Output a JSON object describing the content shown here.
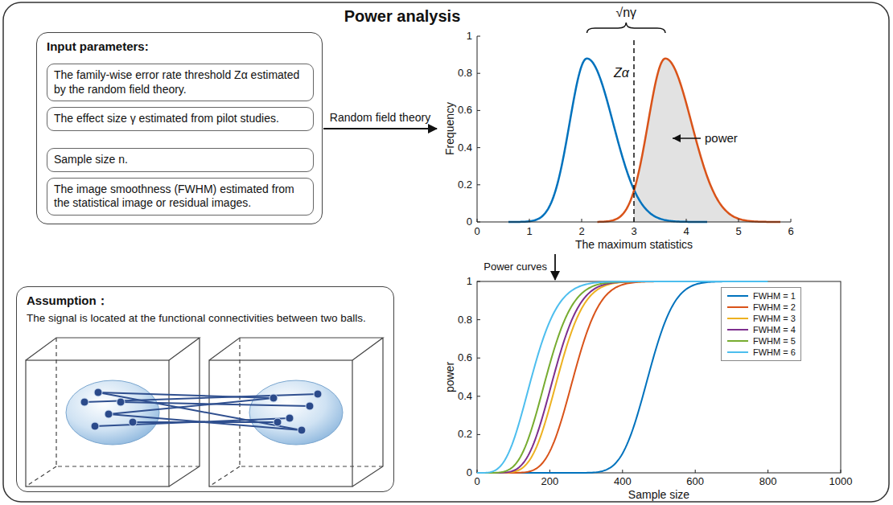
{
  "diagram": {
    "title": "Power analysis",
    "nodes": [
      {
        "text": [
          "Input parameters:"
        ]
      },
      {
        "text": [
          "The family-wise error rate threshold Zα estimated by the random field theory."
        ],
        "in": 0
      },
      {
        "text": [
          "The effect size γ estimated from pilot studies."
        ],
        "in": 0
      },
      {
        "text": [
          "Sample size n."
        ],
        "in": 0
      },
      {
        "text": [
          "The image smoothness (FWHM) estimated from the statistical image or residual images."
        ],
        "in": 0
      },
      {
        "text": [
          "Assumption：",
          "The signal is located at the functional connectivities between two balls."
        ]
      },
      {
        "text": [
          "Frequency",
          "The maximum statistics"
        ]
      },
      {
        "text": [
          "power",
          "Sample size"
        ]
      }
    ],
    "edges": [
      {
        "from": 0,
        "to": 6,
        "arrow": "to",
        "label": "Random field theory"
      },
      {
        "from": 6,
        "to": 7,
        "arrow": "to",
        "label": "Power curves"
      }
    ],
    "labels": [
      "√nγ",
      "Zα",
      "power",
      "1",
      "0.8",
      "0.6",
      "0.4",
      "0.2",
      "0",
      "0",
      "1",
      "2",
      "3",
      "4",
      "5",
      "6",
      "1",
      "0.8",
      "0.6",
      "0.4",
      "0.2",
      "0",
      "0",
      "200",
      "400",
      "600",
      "800",
      "1000"
    ],
    "legend": [
      {
        "text": "FWHM = 1",
        "color": "#0072BD"
      },
      {
        "text": "FWHM = 2",
        "color": "#D95319"
      },
      {
        "text": "FWHM = 3",
        "color": "#EDB120"
      },
      {
        "text": "FWHM = 4",
        "color": "#7E2F8E"
      },
      {
        "text": "FWHM = 5",
        "color": "#77AC30"
      },
      {
        "text": "FWHM = 6",
        "color": "#4DBEEE"
      }
    ]
  }
}
